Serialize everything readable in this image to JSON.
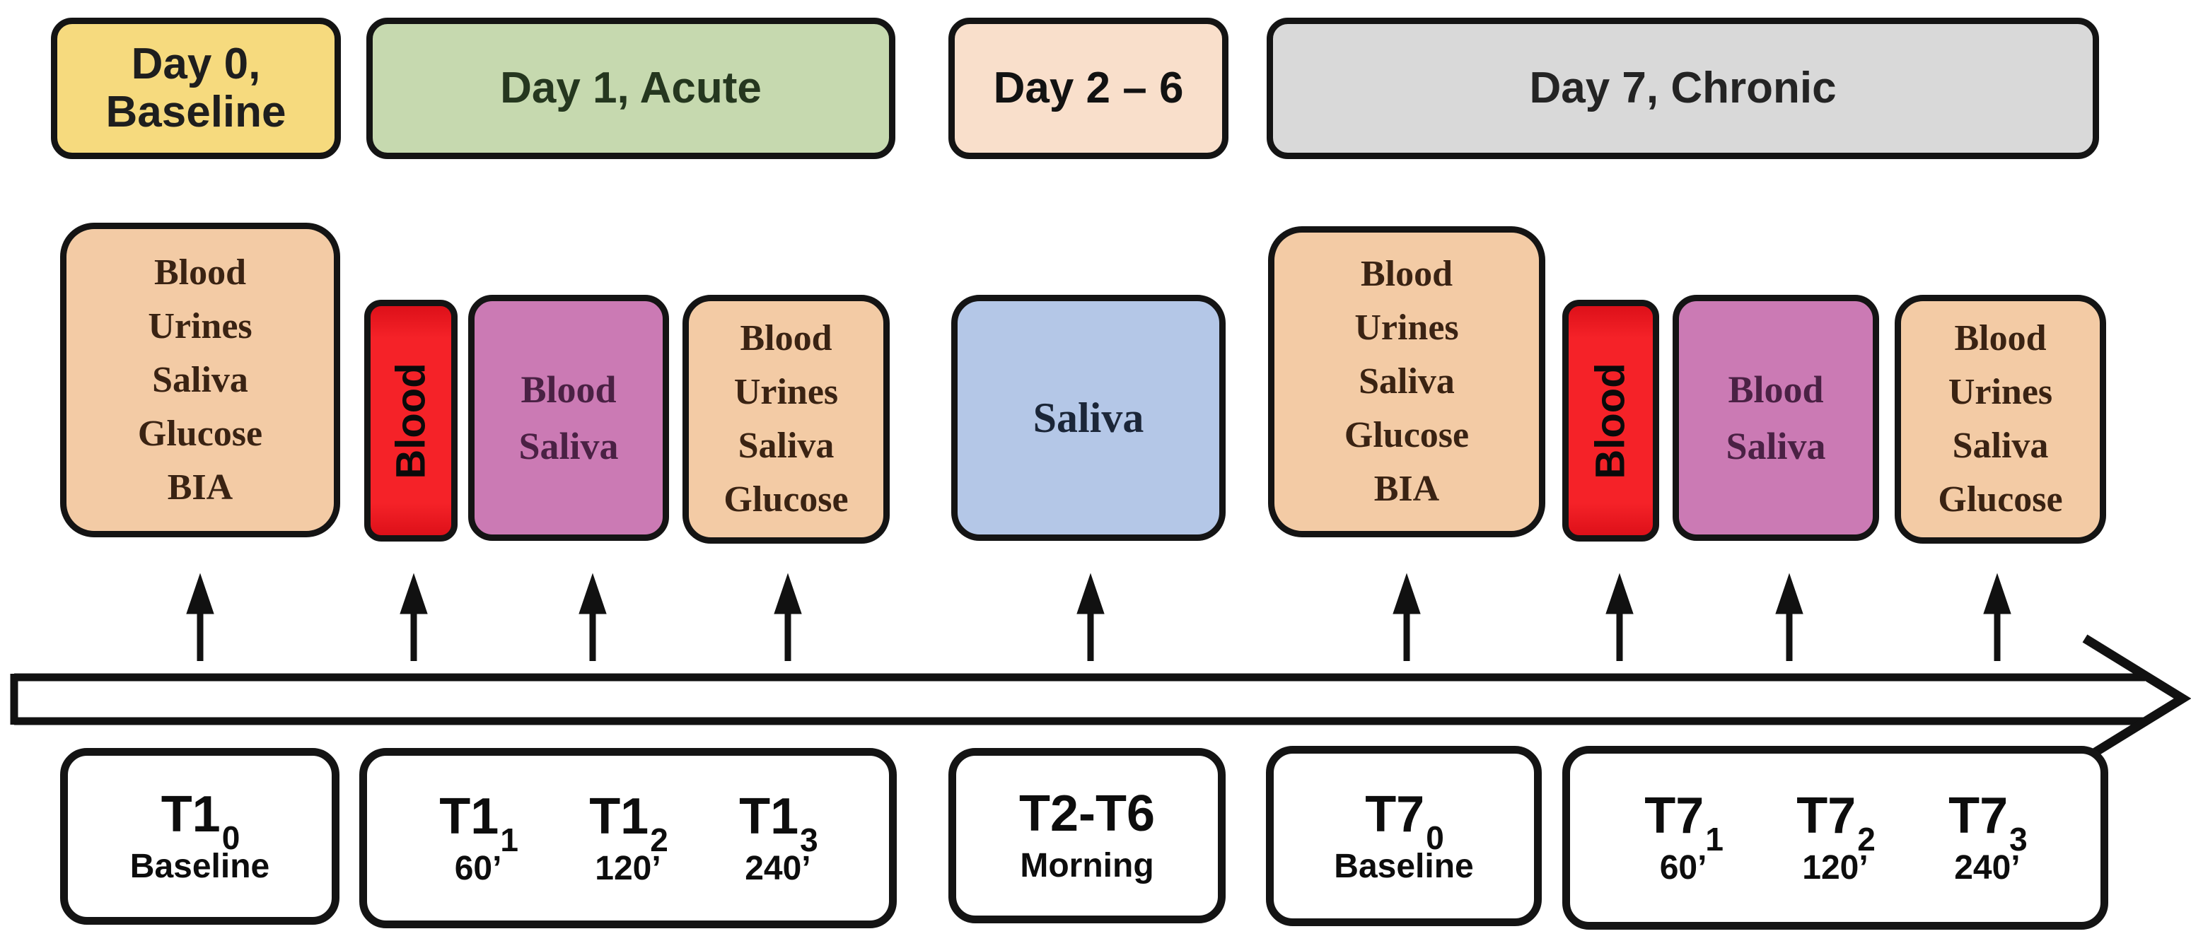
{
  "figure": {
    "type": "study-design-timeline",
    "background": "#FFFFFF"
  },
  "colors": {
    "day0_bg": "#F6DA7E",
    "day1_bg": "#C6D9AF",
    "day26_bg": "#F9DFCB",
    "day7_bg": "#D9D9D9",
    "baseline_sample_bg": "#F3CBA5",
    "blood_bg": "#EE1B24",
    "blood_saliva_bg": "#CB7AB4",
    "saliva_bg": "#B4C7E7",
    "box_border": "#141414",
    "timeline_stroke": "#111111",
    "timepoint_box_bg": "#FFFFFF"
  },
  "phases": [
    {
      "label": "Day 0, Baseline"
    },
    {
      "label": "Day 1, Acute"
    },
    {
      "label": "Day 2 – 6"
    },
    {
      "label": "Day 7, Chronic"
    }
  ],
  "samples": [
    {
      "lines": [
        "Blood",
        "Urines",
        "Saliva",
        "Glucose",
        "BIA"
      ]
    },
    {
      "label": "Blood"
    },
    {
      "lines": [
        "Blood",
        "Saliva"
      ]
    },
    {
      "lines": [
        "Blood",
        "Urines",
        "Saliva",
        "Glucose"
      ]
    },
    {
      "label": "Saliva"
    },
    {
      "lines": [
        "Blood",
        "Urines",
        "Saliva",
        "Glucose",
        "BIA"
      ]
    },
    {
      "label": "Blood"
    },
    {
      "lines": [
        "Blood",
        "Saliva"
      ]
    },
    {
      "lines": [
        "Blood",
        "Urines",
        "Saliva",
        "Glucose"
      ]
    }
  ],
  "timepoints": [
    {
      "entries": [
        {
          "base": "T1",
          "sub": "0",
          "time": "Baseline"
        }
      ]
    },
    {
      "entries": [
        {
          "base": "T1",
          "sub": "1",
          "time": "60’"
        },
        {
          "base": "T1",
          "sub": "2",
          "time": "120’"
        },
        {
          "base": "T1",
          "sub": "3",
          "time": "240’"
        }
      ]
    },
    {
      "entries": [
        {
          "base": "T2-T6",
          "sub": "",
          "time": "Morning"
        }
      ]
    },
    {
      "entries": [
        {
          "base": "T7",
          "sub": "0",
          "time": "Baseline"
        }
      ]
    },
    {
      "entries": [
        {
          "base": "T7",
          "sub": "1",
          "time": "60’"
        },
        {
          "base": "T7",
          "sub": "2",
          "time": "120’"
        },
        {
          "base": "T7",
          "sub": "3",
          "time": "240’"
        }
      ]
    }
  ]
}
